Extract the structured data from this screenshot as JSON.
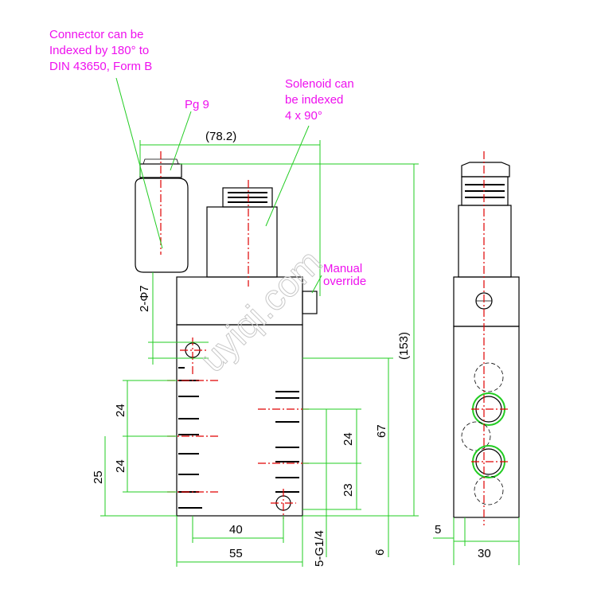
{
  "notes": {
    "connector_line1": "Connector can be",
    "connector_line2": "Indexed by 180° to",
    "connector_line3": "DIN 43650, Form B",
    "pg": "Pg 9",
    "solenoid_line1": "Solenoid can",
    "solenoid_line2": "be indexed",
    "solenoid_line3": "4 x 90°",
    "manual_line1": "Manual",
    "manual_line2": "override"
  },
  "dimensions": {
    "overall_width": "(78.2)",
    "overall_height": "(153)",
    "hole_dia": "2-Φ7",
    "pitch_upper": "24",
    "pitch_lower": "24",
    "left_25": "25",
    "port_pitch": "24",
    "height_67": "67",
    "height_23": "23",
    "port_spec": "5-G1/4",
    "dim_6": "6",
    "hole_spacing": "40",
    "body_width": "55",
    "side_width": "30",
    "side_offset": "5"
  },
  "watermark": "uyiqi.com",
  "colors": {
    "outline": "#000000",
    "dimension": "#22cc22",
    "centerline": "#e00000",
    "annotation": "#ee10ee"
  }
}
